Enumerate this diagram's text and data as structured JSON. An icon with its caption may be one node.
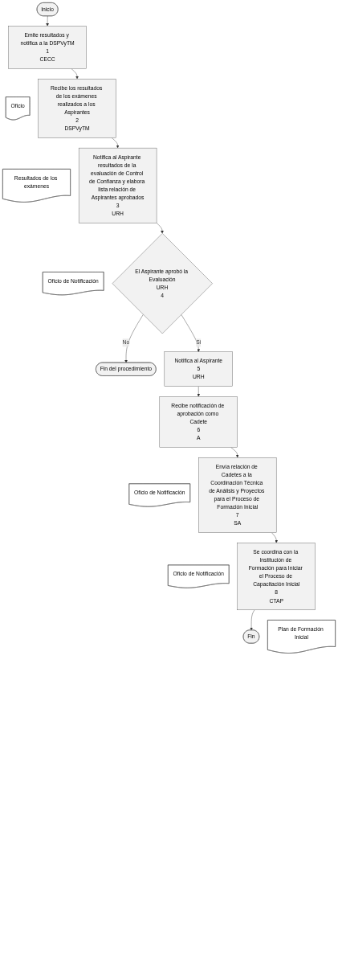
{
  "diagram": {
    "nodes": [
      {
        "text": [
          "Inicio"
        ]
      },
      {
        "text": [
          "Emite resultados y notifica a la DSPVyTM",
          "1",
          "CECC"
        ]
      },
      {
        "text": [
          "Oficio"
        ]
      },
      {
        "text": [
          "Recibe los resultados de los exámenes realizados a los Aspirantes",
          "2",
          "DSPVyTM"
        ]
      },
      {
        "text": [
          "Resultados de los exámenes"
        ]
      },
      {
        "text": [
          "Notifica al Aspirante resultados de la evaluación de Control de Confianza y elabora lista relación de Aspirantes aprobados",
          "3",
          "URH"
        ]
      },
      {
        "text": [
          "Oficio de Notificación"
        ]
      },
      {
        "text": [
          "El Aspirante aprobó la Evaluación",
          "URH",
          "4"
        ]
      },
      {
        "text": [
          "Fin del procedimiento"
        ]
      },
      {
        "text": [
          "Notifica al Aspirante",
          "5",
          "URH"
        ]
      },
      {
        "text": [
          "Recibe notificación de aprobación como Cadete",
          "6",
          "A"
        ]
      },
      {
        "text": [
          "Oficio de Notificación"
        ]
      },
      {
        "text": [
          "Envía relación de Cadetes a la Coordinación Técnica de Análisis y Proyectos para el Proceso de Formación Inicial",
          "7",
          "SA"
        ]
      },
      {
        "text": [
          "Oficio de Notificación"
        ]
      },
      {
        "text": [
          "Se coordina con la Institución de Formación para Iniciar el Proceso de Capacitación Inicial",
          "8",
          "CTAP"
        ]
      },
      {
        "text": [
          "Plan de Formación Inicial"
        ]
      },
      {
        "text": [
          "Fin"
        ]
      }
    ],
    "edges": [
      {
        "from": 0,
        "to": 1,
        "arrow": "to"
      },
      {
        "from": 1,
        "to": 3,
        "arrow": "to"
      },
      {
        "from": 3,
        "to": 5,
        "arrow": "to"
      },
      {
        "from": 5,
        "to": 7,
        "arrow": "to"
      },
      {
        "from": 7,
        "to": 8,
        "arrow": "to",
        "label": "No"
      },
      {
        "from": 7,
        "to": 9,
        "arrow": "to",
        "label": "Si"
      },
      {
        "from": 9,
        "to": 10,
        "arrow": "to"
      },
      {
        "from": 10,
        "to": 12,
        "arrow": "to"
      },
      {
        "from": 12,
        "to": 14,
        "arrow": "to"
      },
      {
        "from": 14,
        "to": 16,
        "arrow": "to"
      }
    ]
  }
}
